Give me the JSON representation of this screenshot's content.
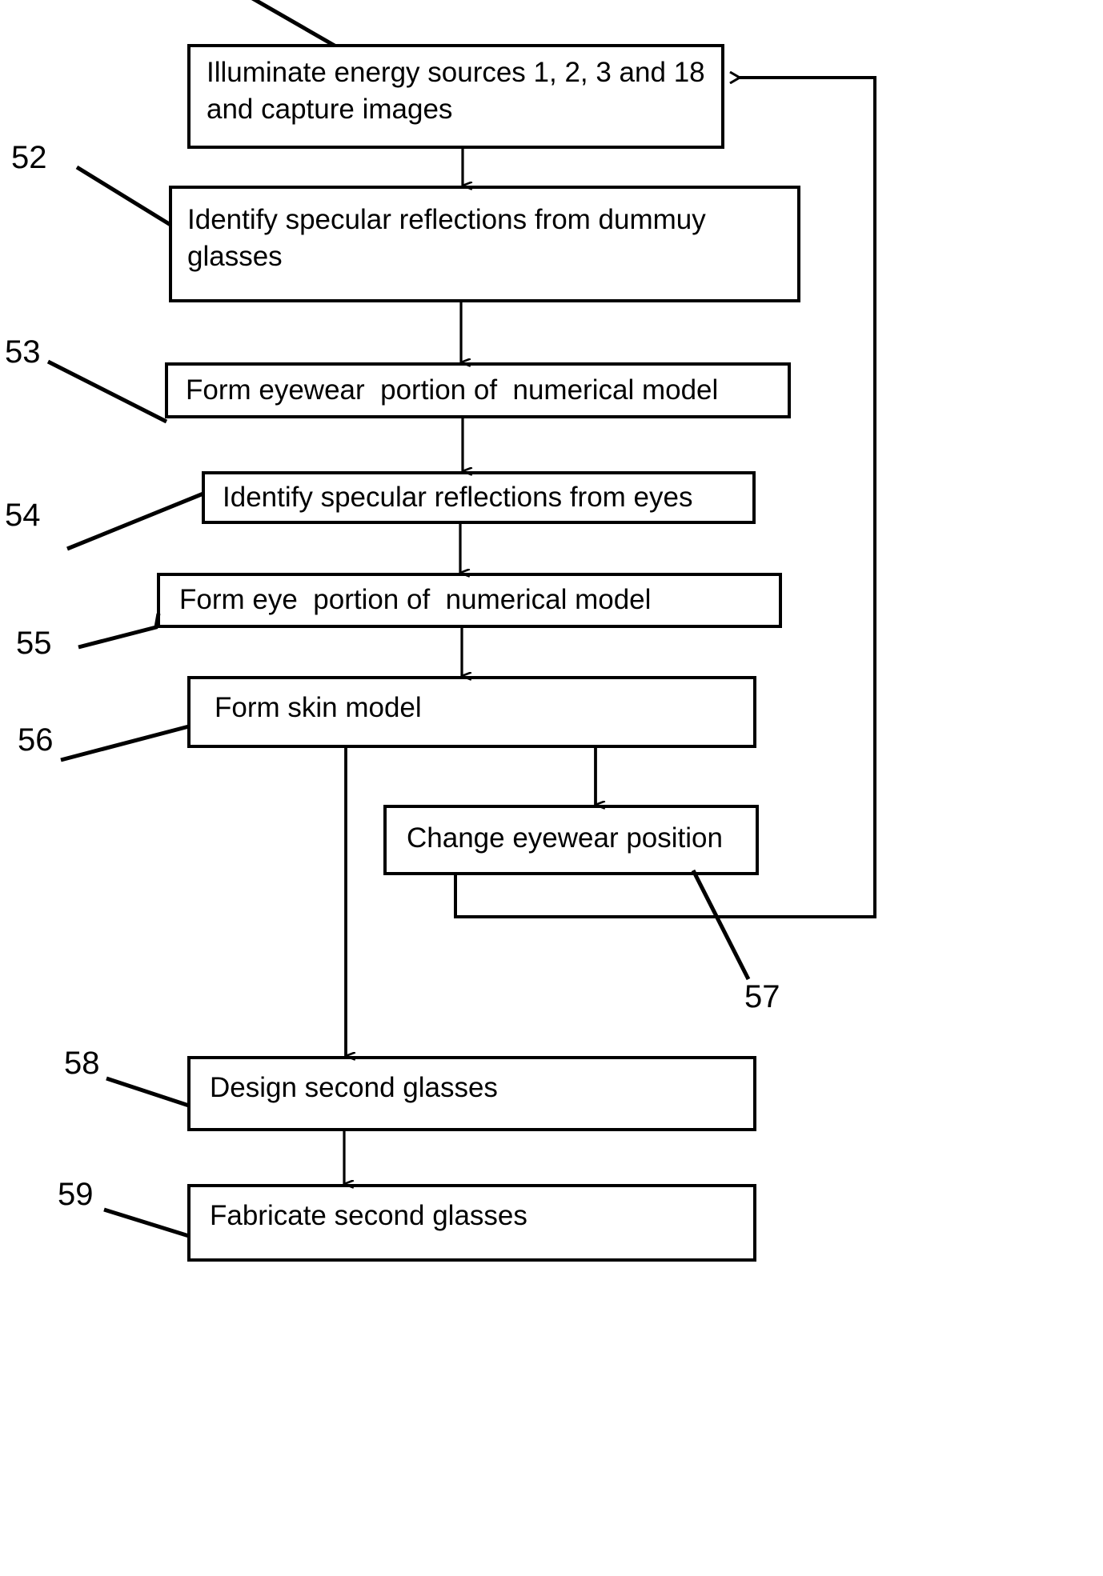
{
  "diagram": {
    "type": "flowchart",
    "title": "Eyewear design process flowchart",
    "background_color": "#ffffff",
    "line_color": "#000000",
    "text_color": "#000000",
    "nodes": [
      {
        "id": "n51",
        "label": "Illuminate energy sources 1, 2, 3 and 18 and capture images",
        "line1": "Illuminate energy sources 1, 2, 3 and",
        "line2": "18 and capture images",
        "ref": ""
      },
      {
        "id": "n52",
        "label": "Identify specular reflections from dummuy glasses",
        "line1": "Identify specular reflections from dummuy",
        "line2": "glasses",
        "ref": "52"
      },
      {
        "id": "n53",
        "label": "Form eyewear  portion of  numerical model",
        "line1": "Form eyewear  portion of  numerical model",
        "line2": "",
        "ref": "53"
      },
      {
        "id": "n54",
        "label": "Identify specular reflections from eyes",
        "line1": "Identify specular reflections from eyes",
        "line2": "",
        "ref": "54"
      },
      {
        "id": "n55",
        "label": "Form eye  portion of  numerical model",
        "line1": "Form eye  portion of  numerical model",
        "line2": "",
        "ref": "55"
      },
      {
        "id": "n56",
        "label": "Form skin model",
        "line1": "Form skin model",
        "line2": "",
        "ref": "56"
      },
      {
        "id": "n57",
        "label": "Change eyewear position",
        "line1": "Change eyewear position",
        "line2": "",
        "ref": "57"
      },
      {
        "id": "n58",
        "label": "Design second glasses",
        "line1": "Design second glasses",
        "line2": "",
        "ref": "58"
      },
      {
        "id": "n59",
        "label": "Fabricate second glasses",
        "line1": "Fabricate second glasses",
        "line2": "",
        "ref": "59"
      }
    ],
    "reference_numerals": [
      "52",
      "53",
      "54",
      "55",
      "56",
      "57",
      "58",
      "59"
    ],
    "edges": [
      {
        "from": "n51",
        "to": "n52",
        "kind": "arrow-down"
      },
      {
        "from": "n52",
        "to": "n53",
        "kind": "arrow-down"
      },
      {
        "from": "n53",
        "to": "n54",
        "kind": "arrow-down"
      },
      {
        "from": "n54",
        "to": "n55",
        "kind": "arrow-down"
      },
      {
        "from": "n55",
        "to": "n56",
        "kind": "arrow-down"
      },
      {
        "from": "n56",
        "to": "n57",
        "kind": "arrow-down-branch"
      },
      {
        "from": "n57",
        "to": "n51",
        "kind": "feedback-loop-right"
      },
      {
        "from": "n56",
        "to": "n58",
        "kind": "arrow-down-long"
      },
      {
        "from": "n58",
        "to": "n59",
        "kind": "arrow-down"
      }
    ]
  }
}
